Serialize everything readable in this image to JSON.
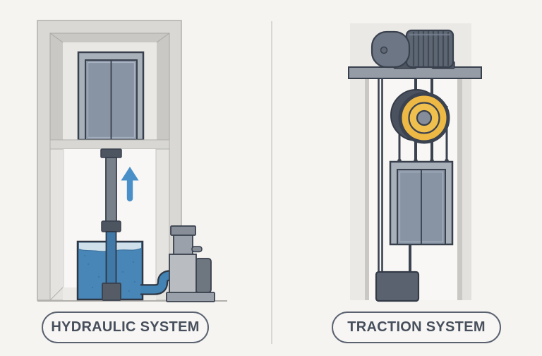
{
  "background": "#f5f4f1",
  "divider_color": "#d8d7d4",
  "captions": {
    "hydraulic": "HYDRAULIC SYSTEM",
    "traction": "TRACTION SYSTEM"
  },
  "caption_style": {
    "text_color": "#474f5c",
    "border_color": "#5a6270",
    "fill": "#f7f6f4"
  },
  "colors": {
    "outline_dark": "#39404d",
    "slate_dark": "#4d5560",
    "motor_slate": "#5d6673",
    "cab_frame_gray": "#a8b0b9",
    "door_gray": "#8894a4",
    "fluid_blue": "#4886b8",
    "fluid_surface": "#cfe0ea",
    "pipe_blue": "#4283b4",
    "arrow_blue": "#4a90c8",
    "sheave_yellow": "#edb944",
    "hub_gray": "#848d99",
    "counterweight_gray": "#5a6270",
    "wall_light": "#d9d8d5",
    "wall_mid": "#c9c8c5",
    "panel_light": "#eae9e6",
    "shaft_white": "#f8f7f5"
  },
  "components": {
    "hydraulic": [
      "elevator-cab",
      "piston-rod",
      "piston-collar",
      "hydraulic-cylinder",
      "fluid-tank",
      "pipe",
      "pump-unit",
      "up-arrow"
    ],
    "traction": [
      "electric-motor",
      "machine-beam",
      "drive-sheave",
      "hoist-cables",
      "elevator-cab",
      "counterweight-rope",
      "counterweight"
    ]
  }
}
